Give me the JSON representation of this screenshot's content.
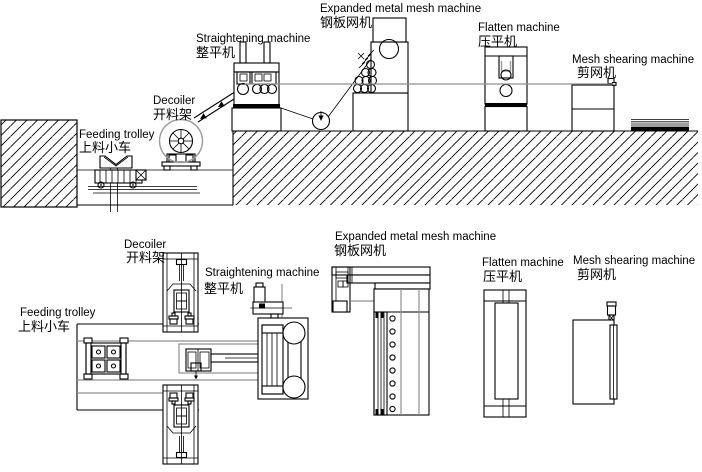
{
  "diagram": {
    "description_labels": {
      "expanded_metal_mesh_machine": {
        "en": "Expanded metal mesh machine",
        "zh": "钢板网机"
      },
      "straightening_machine": {
        "en": "Straightening machine",
        "zh": "整平机"
      },
      "flatten_machine": {
        "en": "Flatten machine",
        "zh": "压平机"
      },
      "mesh_shearing_machine": {
        "en": "Mesh shearing machine",
        "zh": "剪网机"
      },
      "decoiler": {
        "en": "Decoiler",
        "zh": "开料架"
      },
      "feeding_trolley": {
        "en": "Feeding trolley",
        "zh": "上料小车"
      }
    },
    "colors": {
      "line": "#000000",
      "strip_line": "#8f8f8f",
      "coil": "#9a9a9a",
      "background": "#ffffff"
    }
  }
}
